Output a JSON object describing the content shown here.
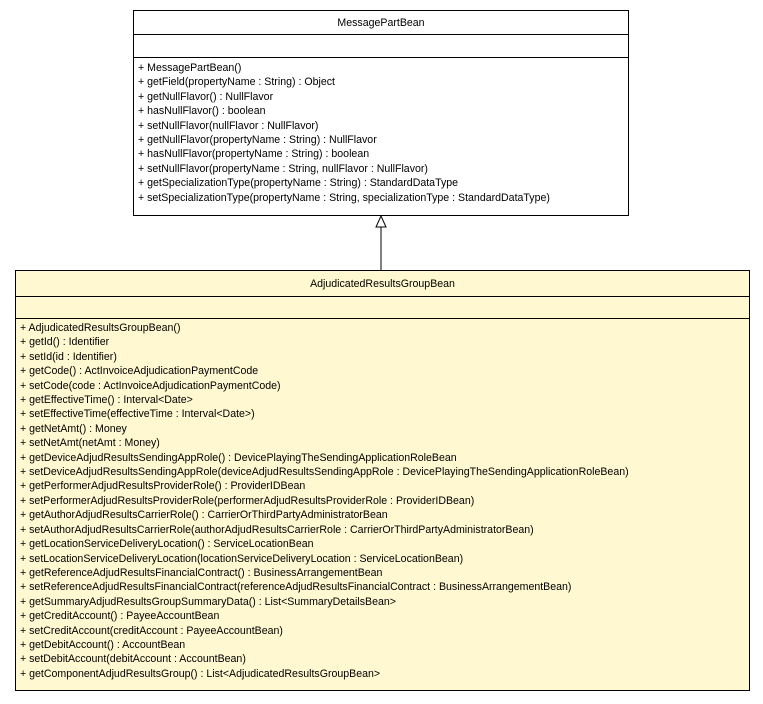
{
  "parent": {
    "name": "MessagePartBean",
    "methods": [
      "+ MessagePartBean()",
      "+ getField(propertyName : String) : Object",
      "+ getNullFlavor() : NullFlavor",
      "+ hasNullFlavor() : boolean",
      "+ setNullFlavor(nullFlavor : NullFlavor)",
      "+ getNullFlavor(propertyName : String) : NullFlavor",
      "+ hasNullFlavor(propertyName : String) : boolean",
      "+ setNullFlavor(propertyName : String, nullFlavor : NullFlavor)",
      "+ getSpecializationType(propertyName : String) : StandardDataType",
      "+ setSpecializationType(propertyName : String, specializationType : StandardDataType)"
    ]
  },
  "child": {
    "name": "AdjudicatedResultsGroupBean",
    "methods": [
      "+ AdjudicatedResultsGroupBean()",
      "+ getId() : Identifier",
      "+ setId(id : Identifier)",
      "+ getCode() : ActInvoiceAdjudicationPaymentCode",
      "+ setCode(code : ActInvoiceAdjudicationPaymentCode)",
      "+ getEffectiveTime() : Interval<Date>",
      "+ setEffectiveTime(effectiveTime : Interval<Date>)",
      "+ getNetAmt() : Money",
      "+ setNetAmt(netAmt : Money)",
      "+ getDeviceAdjudResultsSendingAppRole() : DevicePlayingTheSendingApplicationRoleBean",
      "+ setDeviceAdjudResultsSendingAppRole(deviceAdjudResultsSendingAppRole : DevicePlayingTheSendingApplicationRoleBean)",
      "+ getPerformerAdjudResultsProviderRole() : ProviderIDBean",
      "+ setPerformerAdjudResultsProviderRole(performerAdjudResultsProviderRole : ProviderIDBean)",
      "+ getAuthorAdjudResultsCarrierRole() : CarrierOrThirdPartyAdministratorBean",
      "+ setAuthorAdjudResultsCarrierRole(authorAdjudResultsCarrierRole : CarrierOrThirdPartyAdministratorBean)",
      "+ getLocationServiceDeliveryLocation() : ServiceLocationBean",
      "+ setLocationServiceDeliveryLocation(locationServiceDeliveryLocation : ServiceLocationBean)",
      "+ getReferenceAdjudResultsFinancialContract() : BusinessArrangementBean",
      "+ setReferenceAdjudResultsFinancialContract(referenceAdjudResultsFinancialContract : BusinessArrangementBean)",
      "+ getSummaryAdjudResultsGroupSummaryData() : List<SummaryDetailsBean>",
      "+ getCreditAccount() : PayeeAccountBean",
      "+ setCreditAccount(creditAccount : PayeeAccountBean)",
      "+ getDebitAccount() : AccountBean",
      "+ setDebitAccount(debitAccount : AccountBean)",
      "+ getComponentAdjudResultsGroup() : List<AdjudicatedResultsGroupBean>"
    ]
  }
}
